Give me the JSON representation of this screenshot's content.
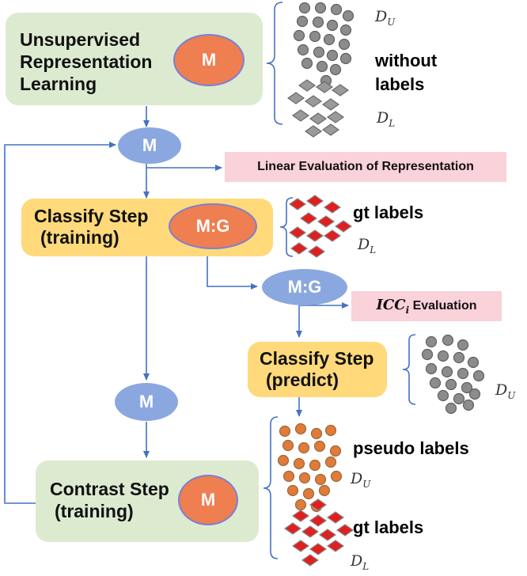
{
  "boxes": {
    "unsupervised": {
      "line1": "Unsupervised",
      "line2": "Representation",
      "line3": "Learning"
    },
    "classify_train": {
      "line1": "Classify Step",
      "line2": "(training)"
    },
    "classify_predict": {
      "line1": "Classify Step",
      "line2": "(predict)"
    },
    "contrast_train": {
      "line1": "Contrast Step",
      "line2": "(training)"
    }
  },
  "models": {
    "m": "M",
    "mg": "M:G"
  },
  "evaluations": {
    "linear": "Linear Evaluation of Representation",
    "icc_name": "ICC",
    "icc_sub": "i",
    "icc_suffix": " Evaluation"
  },
  "labels": {
    "without_line1": "without",
    "without_line2": "labels",
    "gt": "gt labels",
    "pseudo": "pseudo labels"
  },
  "datasets": {
    "d": "D",
    "u": "U",
    "l": "L"
  },
  "colors": {
    "green_box": "#dcebd0",
    "yellow_box": "#ffd97a",
    "orange_model": "#ef7e50",
    "blue_model": "#8aa7df",
    "pink_eval": "#fad2da",
    "arrow": "#4472c4",
    "gray_point": "#8c8c8c",
    "red_point": "#e01f1f",
    "orange_point": "#e07b39"
  }
}
